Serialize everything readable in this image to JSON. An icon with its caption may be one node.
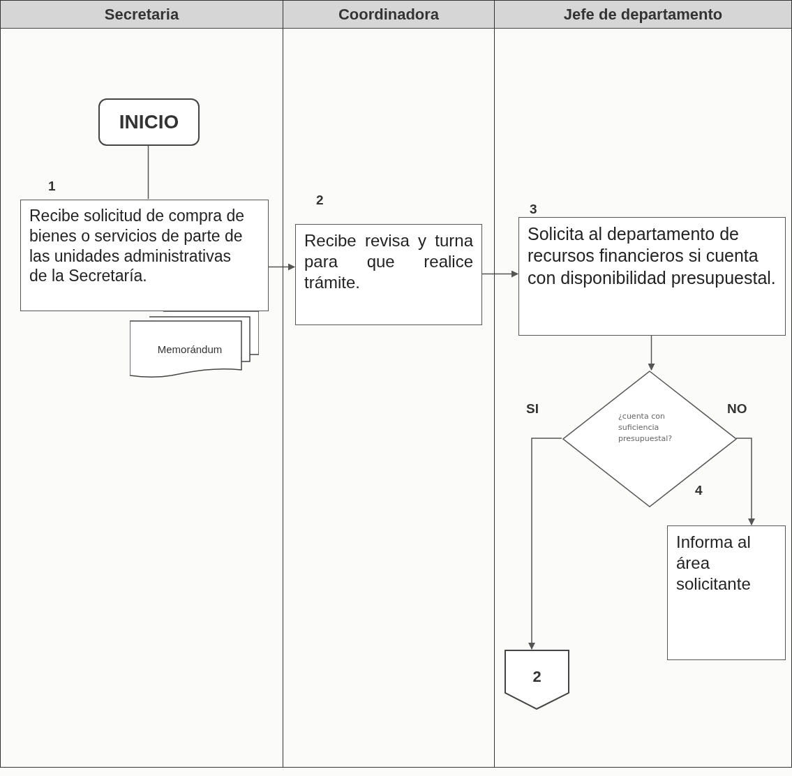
{
  "diagram": {
    "nodes": [
      {
        "text": [
          "Secretaria"
        ]
      },
      {
        "text": [
          "Coordinadora"
        ]
      },
      {
        "text": [
          "Jefe de departamento"
        ]
      },
      {
        "text": [
          "INICIO"
        ],
        "in": 0
      },
      {
        "text": [
          "Recibe solicitud de compra de bienes o servicios de parte de las unidades administrativas de la Secretaría."
        ],
        "in": 0,
        "beside": [
          "1"
        ]
      },
      {
        "text": [
          "Memorándum"
        ],
        "in": 0
      },
      {
        "text": [
          "Recibe revisa y turna para que realice trámite."
        ],
        "in": 1,
        "beside": [
          "2"
        ]
      },
      {
        "text": [
          "Solicita al departamento de recursos financieros si cuenta con disponibilidad presupuestal."
        ],
        "in": 2,
        "beside": [
          "3"
        ]
      },
      {
        "text": [
          "¿cuenta con suficiencia presupuestal?"
        ],
        "in": 2,
        "beside": [
          "4"
        ]
      },
      {
        "text": [
          "Informa al área solicitante"
        ],
        "in": 2
      },
      {
        "text": [
          "2"
        ],
        "in": 2
      }
    ],
    "edges": [
      {
        "from": 3,
        "to": 4,
        "arrow": "none"
      },
      {
        "from": 4,
        "to": 6,
        "arrow": "to"
      },
      {
        "from": 6,
        "to": 7,
        "arrow": "to"
      },
      {
        "from": 7,
        "to": 8,
        "arrow": "to"
      },
      {
        "from": 8,
        "to": 10,
        "label": "SI",
        "arrow": "to"
      },
      {
        "from": 8,
        "to": 9,
        "label": "NO",
        "arrow": "to"
      }
    ]
  }
}
